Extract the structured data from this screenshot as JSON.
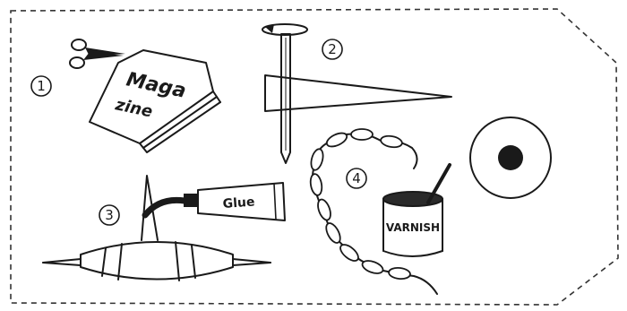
{
  "steps": [
    {
      "number": "1"
    },
    {
      "number": "2"
    },
    {
      "number": "3"
    },
    {
      "number": "4"
    }
  ],
  "magazine": {
    "line1": "Maga",
    "line2": "zine"
  },
  "glue_tube_label": "Glue",
  "varnish_label": "VARNISH",
  "icons": [
    "scissors-icon",
    "magazine-icon",
    "rotation-arrow-icon",
    "knitting-needle-icon",
    "paper-triangle-icon",
    "glue-tube-icon",
    "bead-icon",
    "necklace-icon",
    "varnish-can-icon",
    "brush-icon",
    "finished-bead-icon"
  ],
  "colors": {
    "ink": "#1a1a1a",
    "paper": "#ffffff",
    "varnish_fill": "#2a2a2a"
  }
}
